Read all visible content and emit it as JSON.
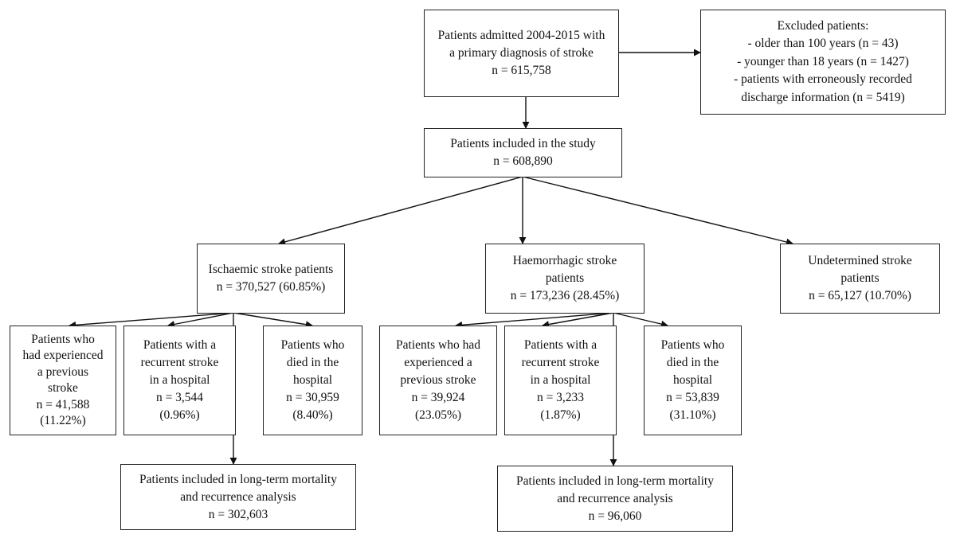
{
  "boxes": {
    "admitted": [
      "Patients admitted 2004-2015 with",
      "a primary diagnosis of stroke",
      "n = 615,758"
    ],
    "excluded": [
      "Excluded patients:",
      "- older than 100 years (n = 43)",
      "- younger than 18 years (n = 1427)",
      "- patients with erroneously recorded",
      "discharge information (n = 5419)"
    ],
    "included": [
      "Patients included in the study",
      "n = 608,890"
    ],
    "ischaemic": [
      "Ischaemic stroke patients",
      "n = 370,527 (60.85%)"
    ],
    "haemorrhagic": [
      "Haemorrhagic stroke",
      "patients",
      "n = 173,236 (28.45%)"
    ],
    "undetermined": [
      "Undetermined stroke",
      "patients",
      "n = 65,127 (10.70%)"
    ],
    "isch_previous": [
      "Patients who",
      "had experienced",
      "a previous",
      "stroke",
      "n = 41,588",
      "(11.22%)"
    ],
    "isch_recurrent": [
      "Patients with a",
      "recurrent stroke",
      "in a hospital",
      "n = 3,544",
      "(0.96%)"
    ],
    "isch_died": [
      "Patients who",
      "died in the",
      "hospital",
      "n = 30,959",
      "(8.40%)"
    ],
    "haem_previous": [
      "Patients who had",
      "experienced a",
      "previous stroke",
      "n = 39,924",
      "(23.05%)"
    ],
    "haem_recurrent": [
      "Patients with a",
      "recurrent stroke",
      "in a hospital",
      "n = 3,233",
      "(1.87%)"
    ],
    "haem_died": [
      "Patients who",
      "died in the",
      "hospital",
      "n = 53,839",
      "(31.10%)"
    ],
    "isch_longterm": [
      "Patients included in long-term mortality",
      "and recurrence analysis",
      "n = 302,603"
    ],
    "haem_longterm": [
      "Patients included in long-term mortality",
      "and recurrence analysis",
      "n = 96,060"
    ]
  }
}
